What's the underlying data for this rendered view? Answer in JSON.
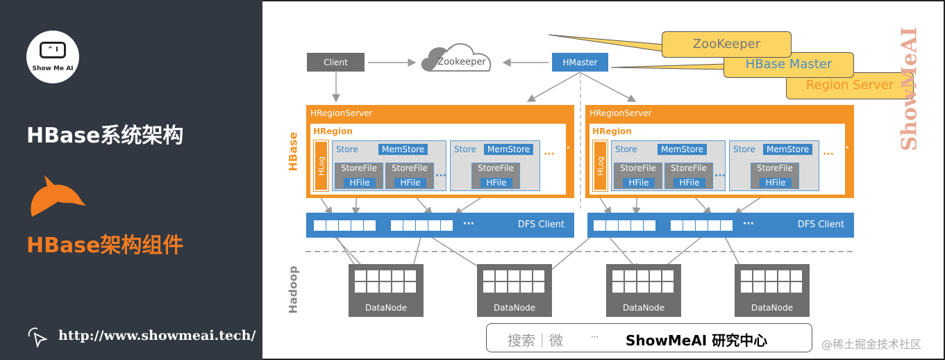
{
  "sidebar": {
    "logo_text": "Show Me AI",
    "logo_screen": "^ I",
    "title": "HBase系统架构",
    "subtitle": "HBase架构组件",
    "url": "http://www.showmeai.tech/"
  },
  "diagram": {
    "client": "Client",
    "zookeeper": "Zookeeper",
    "hmaster": "HMaster",
    "callouts": {
      "zookeeper": "ZooKeeper",
      "hbase_master": "HBase Master",
      "region_server": "Region Server"
    },
    "hbase_label": "HBase",
    "hadoop_label": "Hadoop",
    "region_server": "HRegionServer",
    "region": "HRegion",
    "hlog": "HLog",
    "store": "Store",
    "memstore": "MemStore",
    "storefile": "StoreFile",
    "hfile": "HFile",
    "ellipsis": "···",
    "dfs_client": "DFS Client",
    "datanode": "DataNode"
  },
  "watermark": "ShowMeAI",
  "overlay": {
    "search": "搜索｜微",
    "brand": "ShowMeAI 研究中心",
    "dots": "···"
  },
  "credit": "@稀土掘金技术社区",
  "colors": {
    "orange": "#f39325",
    "blue": "#3d87c8",
    "grey": "#6e6e6e",
    "callout": "#fcd462",
    "sidebar": "#323842"
  }
}
